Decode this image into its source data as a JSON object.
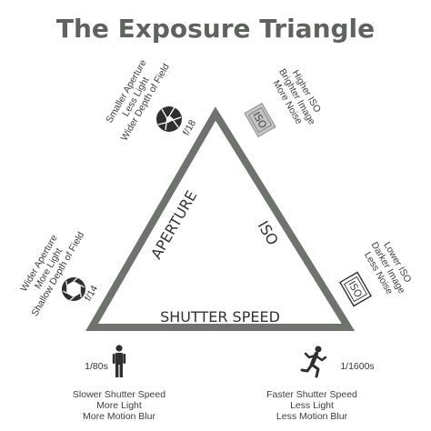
{
  "title": "The Exposure Triangle",
  "triangle": {
    "aperture_label": "APERTURE",
    "iso_label": "ISO",
    "shutter_label": "SHUTTER SPEED"
  },
  "aperture": {
    "small": {
      "value": "f/18",
      "lines": [
        "Smaller Aperture",
        "Less Light",
        "Wider Depth of Field"
      ],
      "icon": "aperture-small-icon"
    },
    "wide": {
      "value": "f/14",
      "lines": [
        "Wider Aperture",
        "More Light",
        "Shallow Depth of Field"
      ],
      "icon": "aperture-wide-icon"
    }
  },
  "iso": {
    "high": {
      "lines": [
        "Higher ISO",
        "Brighter Image",
        "More Noise"
      ],
      "badge": "ISO"
    },
    "low": {
      "lines": [
        "Lower ISO",
        "Darker Image",
        "Less Noise"
      ],
      "badge": "ISO"
    }
  },
  "shutter": {
    "slow": {
      "value": "1/80s",
      "lines": [
        "Slower Shutter Speed",
        "More Light",
        "More Motion Blur"
      ],
      "icon": "standing-person-icon"
    },
    "fast": {
      "value": "1/1600s",
      "lines": [
        "Faster Shutter Speed",
        "Less Light",
        "Less Motion Blur"
      ],
      "icon": "running-person-icon"
    }
  },
  "colors": {
    "triangle_stroke": "#6e736e",
    "title": "#5f625f",
    "text": "#333333"
  }
}
